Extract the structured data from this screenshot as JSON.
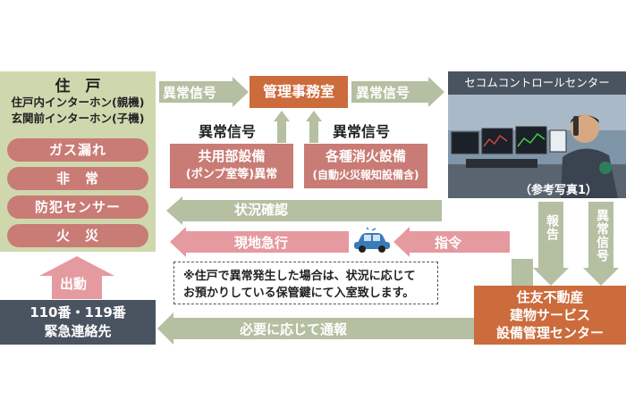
{
  "residence": {
    "title": "住　戸",
    "line1": "住戸内インターホン(親機)",
    "line2": "玄関前インターホン(子機)",
    "items": [
      "ガス漏れ",
      "非　常",
      "防犯センサー",
      "火　災"
    ]
  },
  "kanri": "管理事務室",
  "secom": "セコムコントロールセンター",
  "arrows": {
    "ijou_left": "異常信号",
    "ijou_right": "異常信号",
    "ijou_up1": "異常信号",
    "ijou_up2": "異常信号",
    "jokyo": "状況確認",
    "genchi": "現地急行",
    "shirei": "指令",
    "hokoku": "報告",
    "ijou_vertical": "異常信号",
    "hitsuyo": "必要に応じて通報",
    "shutsudo": "出動"
  },
  "kyoyo": {
    "line1": "共用部設備",
    "line2": "(ポンプ室等)異常"
  },
  "kakushu": {
    "line1": "各種消火設備",
    "line2": "(自動火災報知設備含)"
  },
  "photo_caption": "（参考写真1）",
  "note": {
    "line1": "※住戸で異常発生した場合は、状況に応じて",
    "line2": "お預かりしている保管鍵にて入室致します。"
  },
  "sumitomo": {
    "line1": "住友不動産",
    "line2": "建物サービス",
    "line3": "設備管理センター"
  },
  "emergency": {
    "line1": "110番・119番",
    "line2": "緊急連絡先"
  },
  "colors": {
    "green": "#cfd8ad",
    "rose": "#c97b75",
    "orange": "#cc6b3c",
    "dark": "#4a5360",
    "arrow": "#b5bfa1",
    "pinkarrow": "#e59aa0"
  }
}
